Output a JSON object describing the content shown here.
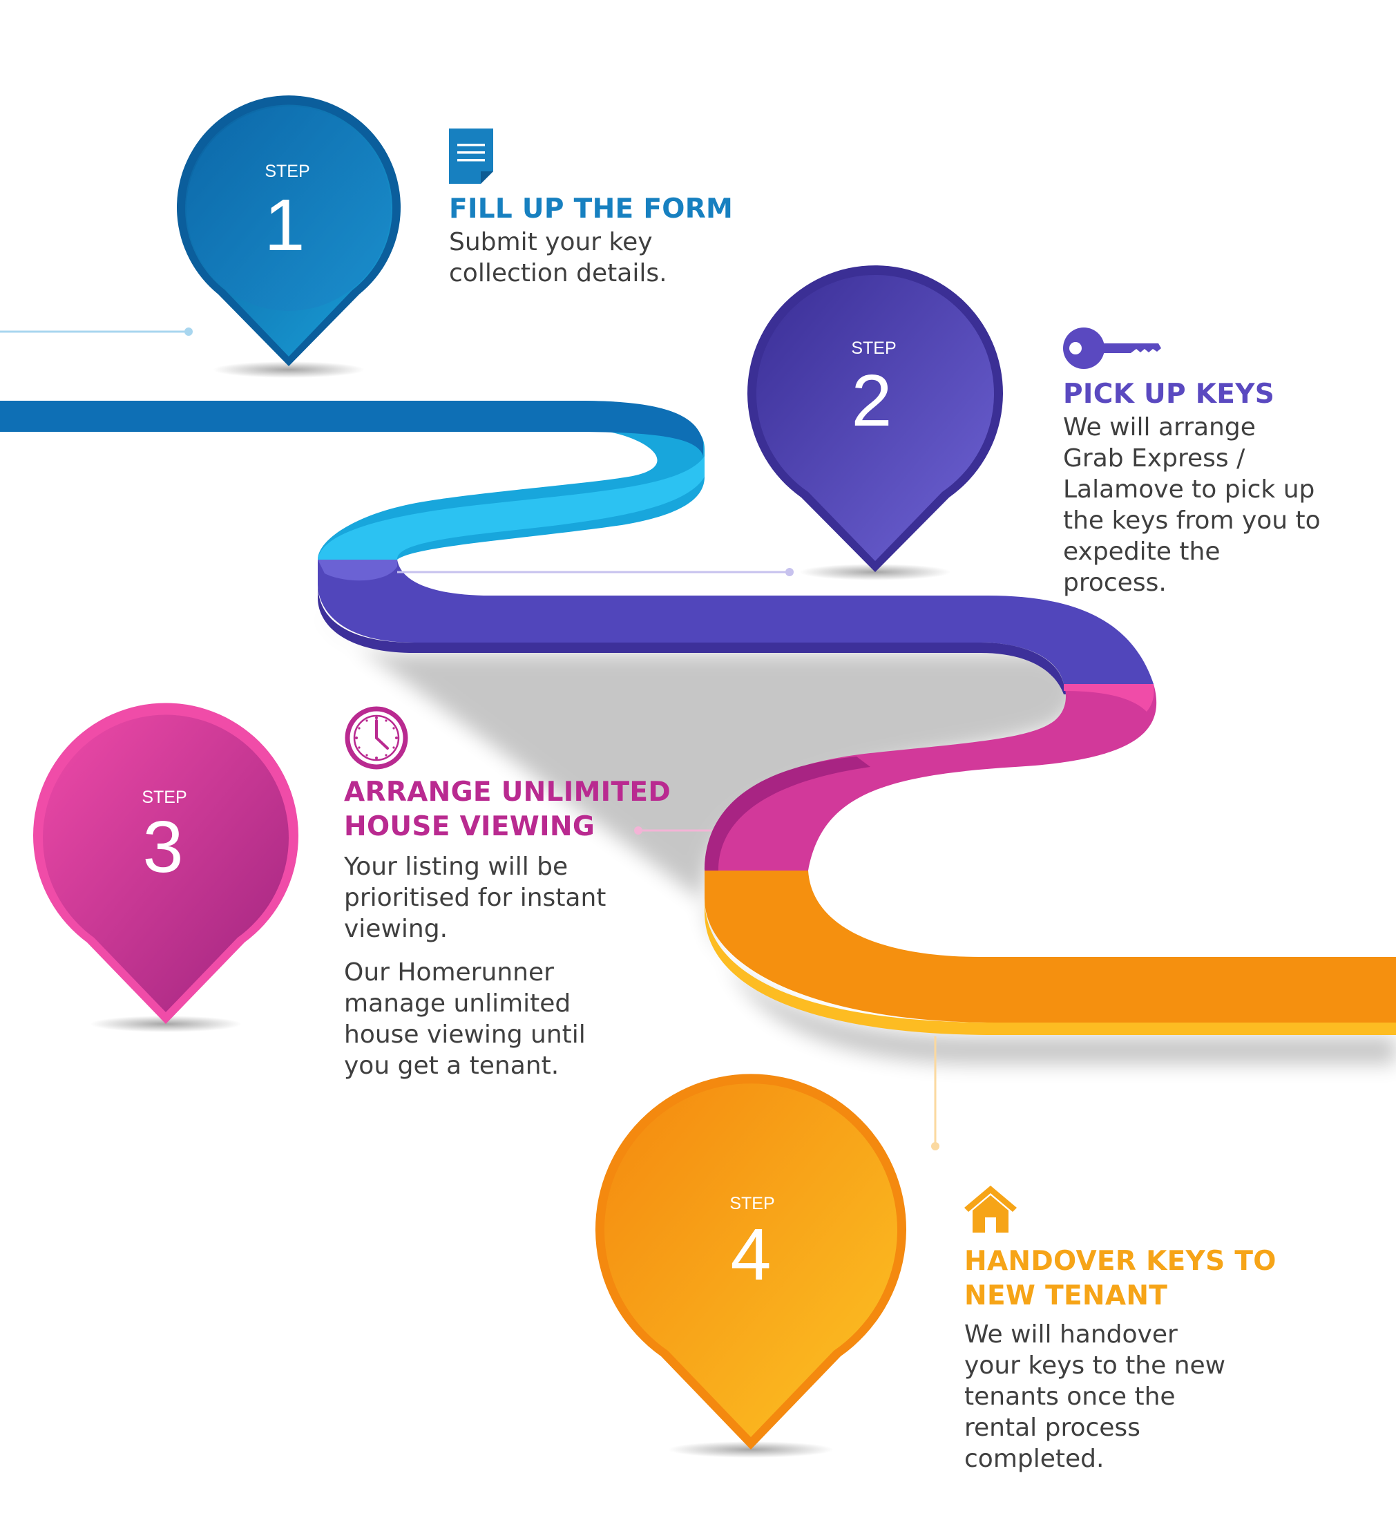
{
  "colors": {
    "step1": "#1780c0",
    "step2": "#5a49c0",
    "step3": "#b92a90",
    "step4": "#f6a417",
    "text": "#3f3f3f"
  },
  "steps": [
    {
      "step_word": "STEP",
      "number": "1",
      "icon": "form-document-icon",
      "title": "FILL UP THE FORM",
      "description": [
        "Submit your key\ncollection details."
      ]
    },
    {
      "step_word": "STEP",
      "number": "2",
      "icon": "key-icon",
      "title": "PICK UP KEYS",
      "description": [
        "We will arrange\nGrab Express /\nLalamove to pick up\nthe keys from you to\nexpedite the\nprocess."
      ]
    },
    {
      "step_word": "STEP",
      "number": "3",
      "icon": "clock-icon",
      "title": "ARRANGE UNLIMITED\nHOUSE VIEWING",
      "description": [
        "Your listing will be\nprioritised for instant\nviewing.",
        "Our Homerunner\nmanage unlimited\nhouse viewing until\nyou get a tenant."
      ]
    },
    {
      "step_word": "STEP",
      "number": "4",
      "icon": "house-icon",
      "title": "HANDOVER KEYS TO\nNEW TENANT",
      "description": [
        "We will handover\nyour keys to the new\ntenants once the\nrental process\ncompleted."
      ]
    }
  ]
}
